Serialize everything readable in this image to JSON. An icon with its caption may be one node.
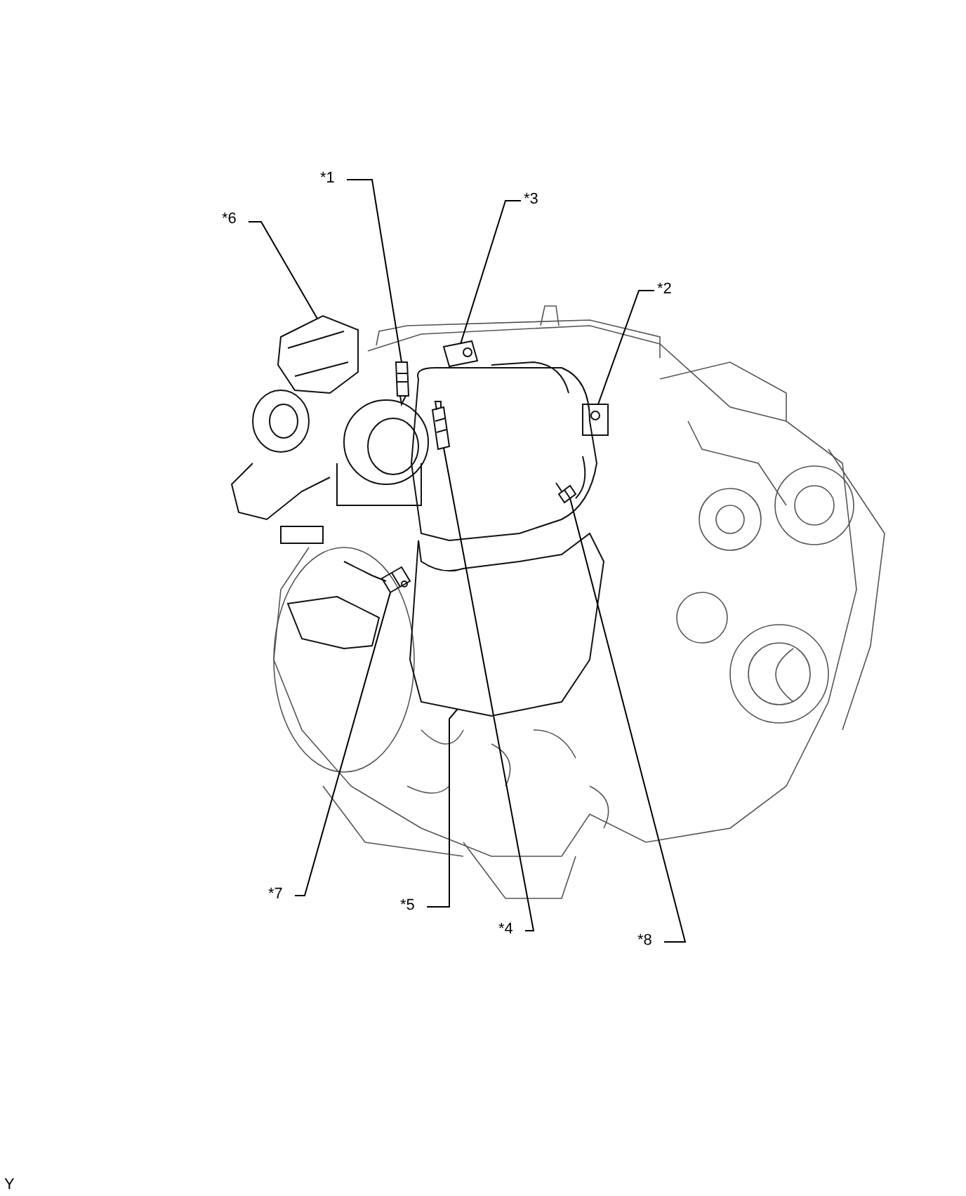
{
  "diagram": {
    "nodes": [
      {
        "text": [
          "*1"
        ]
      },
      {
        "text": [
          "*3"
        ]
      },
      {
        "text": [
          "*6"
        ]
      },
      {
        "text": [
          "*2"
        ]
      },
      {
        "text": [
          "*7"
        ]
      },
      {
        "text": [
          "*5"
        ]
      },
      {
        "text": [
          "*4"
        ]
      },
      {
        "text": [
          "*8"
        ]
      },
      {
        "text": [],
        "shape": "picture"
      },
      {
        "text": [],
        "shape": "picture"
      },
      {
        "text": [],
        "shape": "picture"
      },
      {
        "text": [],
        "shape": "picture"
      },
      {
        "text": [],
        "shape": "picture"
      },
      {
        "text": [],
        "shape": "picture"
      },
      {
        "text": [],
        "shape": "picture"
      },
      {
        "text": [],
        "shape": "picture"
      }
    ],
    "edges": [
      {
        "from": 0,
        "to": 10,
        "arrow": "none"
      },
      {
        "from": 1,
        "to": 12,
        "arrow": "none"
      },
      {
        "from": 2,
        "to": 8,
        "arrow": "none"
      },
      {
        "from": 3,
        "to": 15,
        "arrow": "none"
      },
      {
        "from": 4,
        "to": 9,
        "arrow": "none"
      },
      {
        "from": 5,
        "to": 13,
        "arrow": "none"
      },
      {
        "from": 6,
        "to": 11,
        "arrow": "none"
      },
      {
        "from": 7,
        "to": 14,
        "arrow": "none"
      }
    ],
    "labels": [
      "Y"
    ]
  }
}
